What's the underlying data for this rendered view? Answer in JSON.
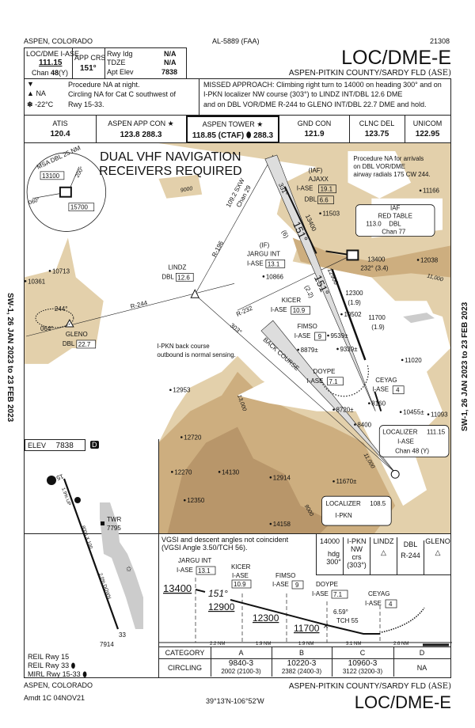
{
  "header": {
    "city": "ASPEN, COLORADO",
    "chart_id": "AL-5889 (FAA)",
    "number": "21308",
    "title": "LOC/DME-E",
    "airport": "ASPEN-PITKIN COUNTY/SARDY FLD",
    "ident": "(ASE)"
  },
  "briefing": {
    "nav_label": "LOC/DME  I-ASE",
    "nav_freq": "111.15",
    "chan_label": "Chan",
    "chan": "48",
    "chan_suffix": "(Y)",
    "app_crs_label": "APP CRS",
    "app_crs": "151°",
    "rwy_ldg_label": "Rwy Idg",
    "rwy_ldg": "N/A",
    "tdze_label": "TDZE",
    "tdze": "N/A",
    "apt_elev_label": "Apt Elev",
    "apt_elev": "7838"
  },
  "notes": {
    "alt_na": "NA",
    "temp": "-22°C",
    "text1": "Procedure NA at night.",
    "text2": "Circling NA for Cat C southwest of",
    "text3": "Rwy 15-33.",
    "missed1": "MISSED APPROACH: Climbing right turn to 14000 on heading 300° and on",
    "missed2": "I-PKN localizer NW course (303°) to LINDZ INT/DBL 12.6 DME",
    "missed3": "and on DBL VOR/DME R-244 to GLENO INT/DBL 22.7 DME and hold."
  },
  "comms": [
    {
      "label": "ATIS",
      "freq": "120.4"
    },
    {
      "label": "ASPEN APP CON ★",
      "freq": "123.8  288.3"
    },
    {
      "label": "ASPEN TOWER ★",
      "freq": "118.85 (CTAF) ⬮ 288.3"
    },
    {
      "label": "GND CON",
      "freq": "121.9"
    },
    {
      "label": "CLNC DEL",
      "freq": "123.75"
    },
    {
      "label": "UNICOM",
      "freq": "122.95"
    }
  ],
  "side_text": "SW-1,  26 JAN 2023  to  23 FEB 2023",
  "plan": {
    "msa_label": "MSA DBL 25 NM",
    "msa_sector1": "13100",
    "msa_sector2": "15700",
    "msa_brg1": "060°",
    "msa_brg2": "200°",
    "banner1": "DUAL VHF NAVIGATION",
    "banner2": "RECEIVERS REQUIRED",
    "arrival_note1": "Procedure NA for arrivals",
    "arrival_note2": "on DBL VOR/DME",
    "arrival_note3": "airway radials 175 CW 244.",
    "sxw": "109.2 SXW",
    "sxw_chan": "Chan 29",
    "r196": "R-196",
    "r244": "R-244",
    "r232": "R-232",
    "crs303": "303°",
    "back_course": "BACK COURSE",
    "bc_note1": "I-PKN back course",
    "bc_note2": "outbound is normal sensing.",
    "lindz": "LINDZ",
    "lindz_dme": "DBL",
    "lindz_dist": "12.6",
    "gleno": "GLENO",
    "gleno_dme": "DBL",
    "gleno_dist": "22.7",
    "hold_in": "244°",
    "hold_out": "064°",
    "iaf": "(IAF)",
    "ajaxx": "AJAXX",
    "ajaxx_ase": "I-ASE",
    "ajaxx_dist": "19.1",
    "ajaxx_dbl": "DBL",
    "ajaxx_dbl_dist": "6.6",
    "feeder_crs": "331°",
    "feeder_alt": "13400",
    "feeder_dist": "(6)",
    "final_crs": "151°",
    "if": "(IF)",
    "jargu": "JARGU INT",
    "jargu_ase": "I-ASE",
    "jargu_dist": "13.1",
    "red_iaf": "IAF",
    "red_table": "RED TABLE",
    "red_freq": "113.0",
    "red_id": "DBL",
    "red_chan": "Chan 77",
    "red_alt": "13400",
    "red_crs": "232° (3.4)",
    "seg_alt": "12900",
    "seg_dist": "(2.2)",
    "kicer": "KICER",
    "kicer_ase": "I-ASE",
    "kicer_dist": "10.9",
    "fimso": "FIMSO",
    "fimso_ase": "I-ASE",
    "fimso_dist": "9",
    "doype": "DOYPE",
    "doype_ase": "I-ASE",
    "doype_dist": "7.1",
    "ceyag": "CEYAG",
    "ceyag_ase": "I-ASE",
    "ceyag_dist": "4",
    "alt12300": "12300",
    "dist12300": "(1.9)",
    "alt11700": "11700",
    "dist11700": "(1.9)",
    "loc1_label": "LOCALIZER",
    "loc1_freq": "111.15",
    "loc1_id": "I-ASE",
    "loc1_chan": "Chan 48 (Y)",
    "loc2_label": "LOCALIZER",
    "loc2_freq": "108.5",
    "loc2_id": "I-PKN",
    "elevations": [
      "11166",
      "11503",
      "12038",
      "10866",
      "10713",
      "10361",
      "10502",
      "9539±",
      "8879±",
      "9339±",
      "11020",
      "8160",
      "8720±",
      "10455±",
      "11093",
      "8400",
      "12953",
      "12720",
      "12270",
      "14130",
      "12914",
      "12350",
      "11670±",
      "14158"
    ],
    "contours": [
      "9000",
      "11,000",
      "13,000"
    ]
  },
  "airport": {
    "elev_label": "ELEV",
    "elev": "7838",
    "d": "D",
    "rwy15": "15",
    "rwy33": "33",
    "grad_up": "1.9% UP",
    "grad_down": "2.0% DOWN",
    "dims": "8006 X 100",
    "twr": "TWR",
    "twr_elev": "7795",
    "end_elev": "7914",
    "lights": [
      "REIL Rwy 15",
      "REIL Rwy 33 ⬮",
      "MIRL Rwy 15-33 ⬮"
    ]
  },
  "profile": {
    "note1": "VGSI and descent angles not coincident",
    "note2": "(VGSI Angle 3.50/TCH 56).",
    "alt13400": "13400",
    "crs": "151°",
    "alt12900": "12900",
    "alt12300": "12300",
    "alt11700": "11700",
    "vgsi": "6.59°",
    "tch": "TCH 55",
    "fixes": [
      {
        "name": "JARGU INT",
        "ase": "I-ASE",
        "dist": "13.1"
      },
      {
        "name": "KICER",
        "ase": "I-ASE",
        "dist": "10.9"
      },
      {
        "name": "FIMSO",
        "ase": "I-ASE",
        "dist": "9"
      },
      {
        "name": "DOYPE",
        "ase": "I-ASE",
        "dist": "7.1"
      },
      {
        "name": "CEYAG",
        "ase": "I-ASE",
        "dist": "4"
      }
    ],
    "dists": [
      "2.2 NM",
      "1.9 NM",
      "1.9 NM",
      "3.1 NM",
      "2.6 NM"
    ],
    "missed_icons": [
      {
        "l1": "14000",
        "l2": "hdg",
        "l3": "300°"
      },
      {
        "l1": "I-PKN",
        "l2": "NW",
        "l3": "crs",
        "l4": "(303°)"
      },
      {
        "l1": "LINDZ",
        "l2": "△"
      },
      {
        "l1": "DBL",
        "l2": "R-244"
      },
      {
        "l1": "GLENO",
        "l2": "△"
      }
    ]
  },
  "minimums": {
    "category": "CATEGORY",
    "cats": [
      "A",
      "B",
      "C",
      "D"
    ],
    "row": "CIRCLING",
    "values": [
      {
        "a": "9840-3",
        "b": "2002 (2100-3)"
      },
      {
        "a": "10220-3",
        "b": "2382 (2400-3)"
      },
      {
        "a": "10960-3",
        "b": "3122 (3200-3)"
      },
      {
        "a": "NA",
        "b": ""
      }
    ]
  },
  "footer": {
    "city": "ASPEN, COLORADO",
    "amdt": "Amdt 1C  04NOV21",
    "coords": "39°13'N-106°52'W",
    "airport": "ASPEN-PITKIN COUNTY/SARDY FLD",
    "ident": "(ASE)",
    "title": "LOC/DME-E"
  },
  "colors": {
    "terrain_light": "#e3d0ab",
    "terrain_mid": "#cdae7f",
    "terrain_dark": "#b8966a",
    "ink": "#111111"
  }
}
